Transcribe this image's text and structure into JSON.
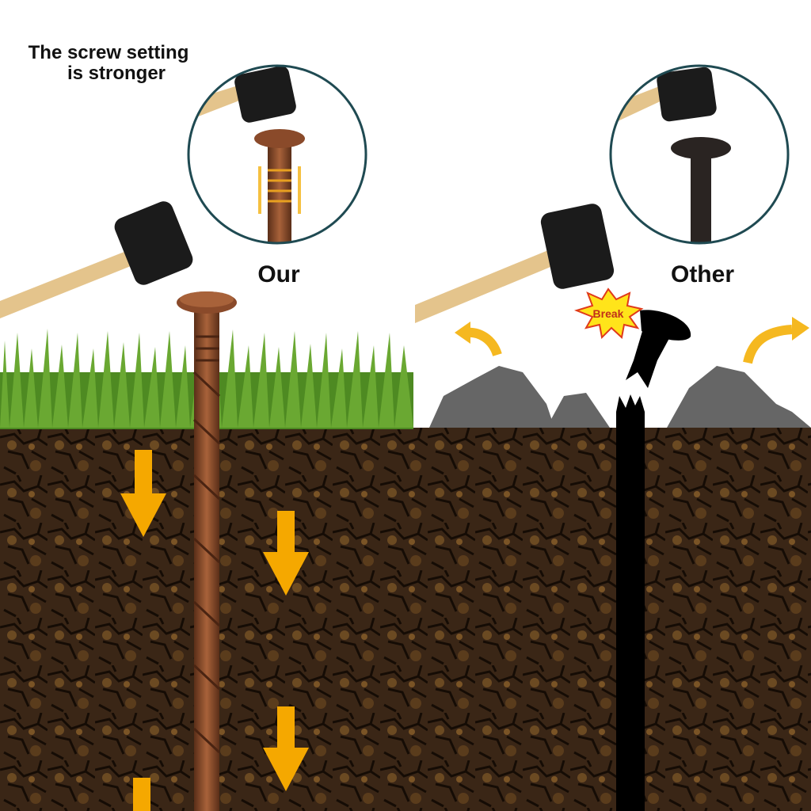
{
  "headline": {
    "line1": "The screw setting",
    "line2": "is stronger"
  },
  "left_panel": {
    "label": "Our"
  },
  "right_panel": {
    "label": "Other",
    "burst_text": "Break"
  },
  "colors": {
    "soil": "#3a2616",
    "grass": "#5a9a2a",
    "arrow": "#f5a800",
    "stake_brown": "#8a4a2a",
    "rock": "#6a6a6a",
    "circle_border": "#1f4a52"
  }
}
